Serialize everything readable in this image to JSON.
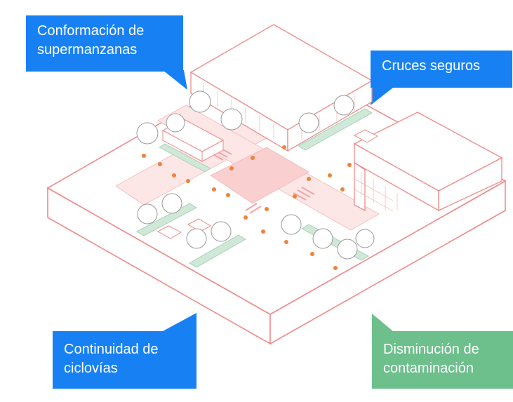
{
  "colors": {
    "blue": "#1781f4",
    "green": "#6dbf8c",
    "outline": "#f08a8a",
    "street": "#fde6e6",
    "tree": "#9a9a9a",
    "people": "#f0823a",
    "greenstrip": "#cfe8d7"
  },
  "callouts": [
    {
      "text": "Conformación de\nsupermanzanas",
      "color": "blue",
      "pointer": "bottom-right"
    },
    {
      "text": "Cruces seguros",
      "color": "blue",
      "pointer": "bottom-left"
    },
    {
      "text": "Continuidad de\nciclovías",
      "color": "blue",
      "pointer": "top-right"
    },
    {
      "text": "Disminución de\ncontaminación",
      "color": "green",
      "pointer": "top-left"
    }
  ]
}
